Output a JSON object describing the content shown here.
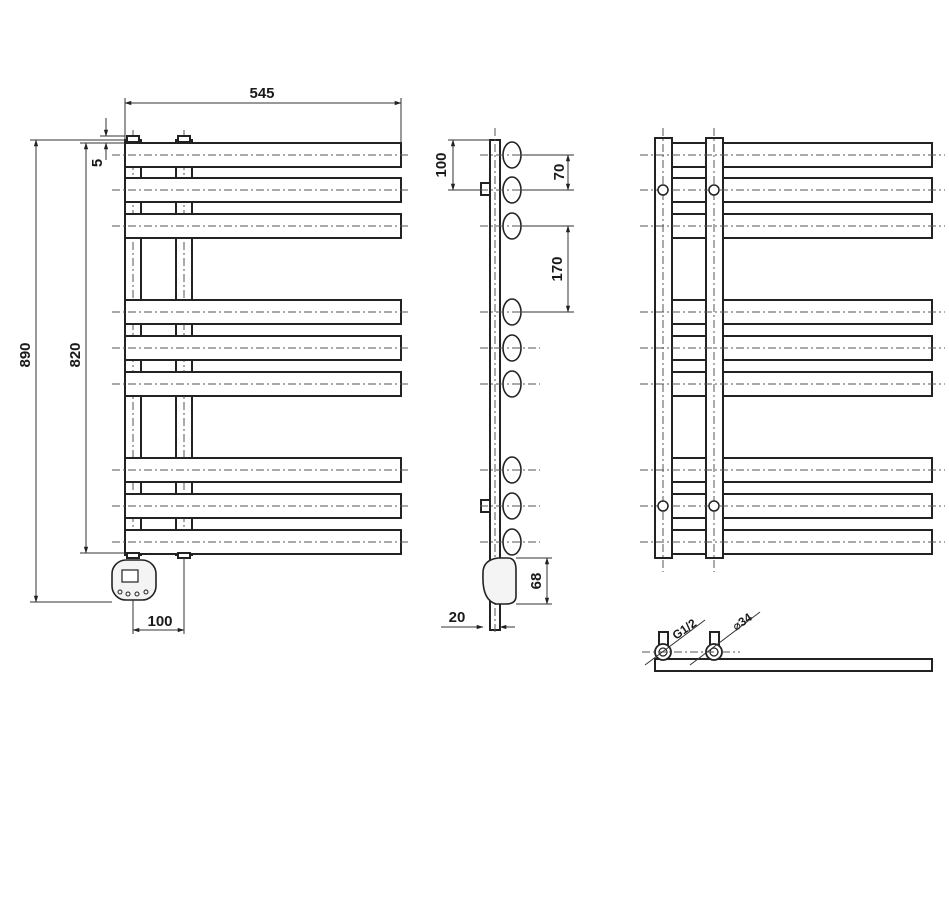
{
  "dimensions": {
    "overall_width": "545",
    "overall_height": "890",
    "pipe_spacing": "820",
    "top_offset": "5",
    "controller_offset": "100",
    "side_top": "100",
    "rail_gap": "70",
    "group_gap": "170",
    "controller_height": "68",
    "wall_distance": "20"
  },
  "connections": {
    "thread": "G1/2",
    "diameter": "⌀34"
  },
  "colors": {
    "line": "#222222",
    "background": "#ffffff"
  }
}
